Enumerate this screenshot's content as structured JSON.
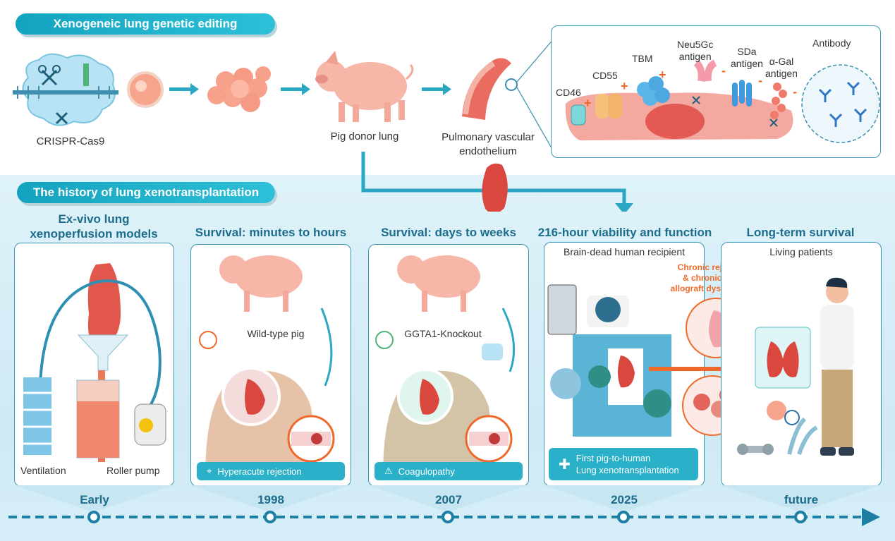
{
  "sections": {
    "top_title": "Xenogeneic lung genetic editing",
    "bottom_title": "The history of lung xenotransplantation"
  },
  "top_flow": {
    "crispr_label": "CRISPR-Cas9",
    "pig_label": "Pig donor lung",
    "endo_label_line1": "Pulmonary vascular",
    "endo_label_line2": "endothelium"
  },
  "antigens": {
    "cd46": "CD46",
    "cd55": "CD55",
    "tbm": "TBM",
    "neu5gc_line1": "Neu5Gc",
    "neu5gc_line2": "antigen",
    "sda_line1": "SDa",
    "sda_line2": "antigen",
    "agal_line1": "α-Gal",
    "agal_line2": "antigen",
    "antibody": "Antibody",
    "plus": "+",
    "minus": "-"
  },
  "stages": [
    {
      "title_line1": "Ex-vivo lung",
      "title_line2": "xenoperfusion models",
      "year": "Early",
      "labels": {
        "left": "Ventilation",
        "right": "Roller pump"
      }
    },
    {
      "title_line1": "Survival: minutes to hours",
      "year": "1998",
      "pig_label": "Wild-type pig",
      "badge": "Hyperacute rejection"
    },
    {
      "title_line1": "Survival: days to weeks",
      "year": "2007",
      "pig_label": "GGTA1-Knockout",
      "badge": "Coagulopathy"
    },
    {
      "title_line1": "216-hour viability and function",
      "year": "2025",
      "panel_label": "Brain-dead human recipient",
      "badge_line1": "First pig-to-human",
      "badge_line2": "Lung xenotransplantation"
    },
    {
      "title_line1": "Long-term survival",
      "year": "future",
      "panel_label": "Living patients",
      "note_line1": "Chronic rejection",
      "note_line2": "& chronic lung",
      "note_line3": "allograft dysfunction"
    }
  ],
  "colors": {
    "teal": "#2ab0c8",
    "dark_teal": "#1c6d8c",
    "orange": "#ef6a2a",
    "pink": "#f3b9a8",
    "lung_red": "#d9473f"
  }
}
